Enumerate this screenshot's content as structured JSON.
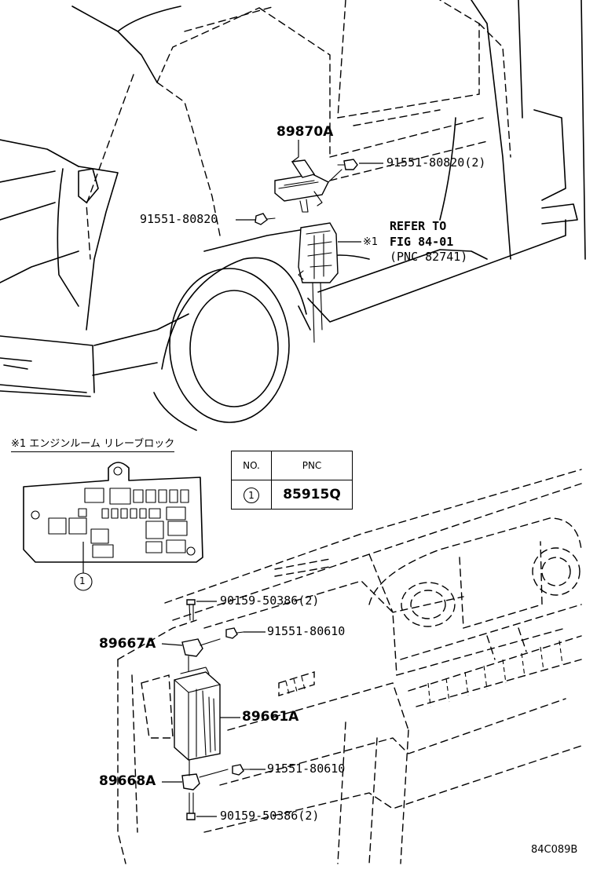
{
  "parts": {
    "p89870A": "89870A",
    "p91551_80820_2": "91551-80820(2)",
    "p91551_80820": "91551-80820",
    "refer_line1": "REFER TO",
    "refer_line2": "FIG 84-01",
    "refer_line3": "(PNC 82741)",
    "refer_mark": "※1",
    "p90159_50386_2_top": "90159-50386(2)",
    "p91551_80610_top": "91551-80610",
    "p89667A": "89667A",
    "p89661A": "89661A",
    "p91551_80610_bottom": "91551-80610",
    "p89668A": "89668A",
    "p90159_50386_2_bottom": "90159-50386(2)"
  },
  "relay_block": {
    "title": "※1 エンジンルーム リレーブロック",
    "callout": "1"
  },
  "legend_table": {
    "header_no": "NO.",
    "header_pnc": "PNC",
    "row_no": "1",
    "row_pnc": "85915Q"
  },
  "figure_id": "84C089B"
}
